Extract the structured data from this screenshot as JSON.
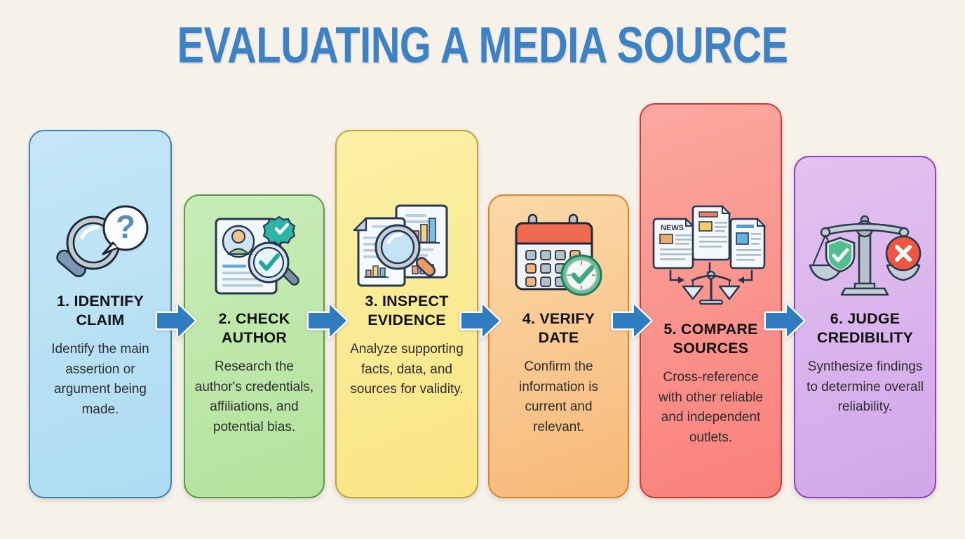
{
  "page": {
    "title": "EVALUATING A MEDIA SOURCE",
    "background_color": "#f6f1e9",
    "title_color": "#3d82c4"
  },
  "steps": [
    {
      "number": "1.",
      "title": "1. IDENTIFY\nCLAIM",
      "title_line1": "1. IDENTIFY",
      "title_line2": "CLAIM",
      "description": "Identify the main assertion or argument being made.",
      "icon": "magnifier-question-icon",
      "color": "#aedcf2",
      "border_color": "#3f83ad"
    },
    {
      "number": "2.",
      "title": "2. CHECK\nAUTHOR",
      "title_line1": "2. CHECK",
      "title_line2": "AUTHOR",
      "description": "Research the author's credentials, affiliations, and potential bias.",
      "icon": "author-profile-verified-icon",
      "color": "#b3e39c",
      "border_color": "#579a45"
    },
    {
      "number": "3.",
      "title": "3. INSPECT\nEVIDENCE",
      "title_line1": "3. INSPECT",
      "title_line2": "EVIDENCE",
      "description": "Analyze supporting facts, data, and sources for validity.",
      "icon": "documents-charts-magnifier-icon",
      "color": "#f9e583",
      "border_color": "#bfa13a"
    },
    {
      "number": "4.",
      "title": "4. VERIFY\nDATE",
      "title_line1": "4. VERIFY",
      "title_line2": "DATE",
      "description": "Confirm the information is current and relevant.",
      "icon": "calendar-clock-check-icon",
      "color": "#f7b878",
      "border_color": "#d9852f"
    },
    {
      "number": "5.",
      "title": "5. COMPARE\nSOURCES",
      "title_line1": "5. COMPARE",
      "title_line2": "SOURCES",
      "description": "Cross-reference with other reliable and independent outlets.",
      "icon": "news-documents-scale-icon",
      "icon_label": "NEWS",
      "color": "#f9807b",
      "border_color": "#c93c33"
    },
    {
      "number": "6.",
      "title": "6. JUDGE\nCREDIBILITY",
      "title_line1": "6. JUDGE",
      "title_line2": "CREDIBILITY",
      "description": "Synthesize findings to determine overall reliability.",
      "icon": "scale-shield-reject-icon",
      "color": "#d2a6ea",
      "border_color": "#8e43ba"
    }
  ],
  "connectors": {
    "count": 5,
    "icon": "right-arrow-icon",
    "color": "#2f7cc0"
  }
}
